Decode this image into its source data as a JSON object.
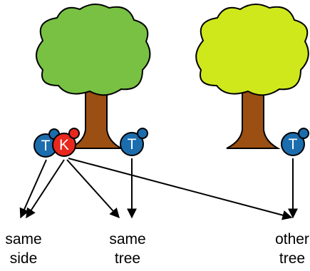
{
  "colors": {
    "trunk": "#9b4f12",
    "tree_left_canopy": "#78c142",
    "tree_right_canopy": "#cfe81c",
    "t_token": "#1b6dae",
    "k_token": "#e8281d",
    "outline": "#000000"
  },
  "tokens": {
    "t_letter": "T",
    "k_letter": "K"
  },
  "labels": {
    "same_side": [
      "same",
      "side"
    ],
    "same_tree": [
      "same",
      "tree"
    ],
    "other_tree": [
      "other",
      "tree"
    ]
  }
}
